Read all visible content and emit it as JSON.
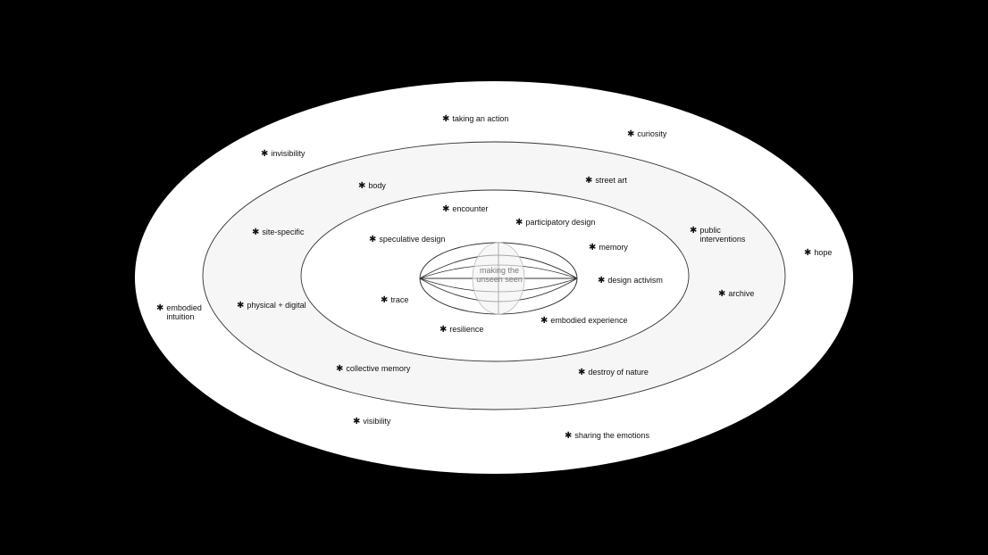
{
  "center_text": "making the\nunseen seen",
  "colors": {
    "background": "#000000",
    "outer_ring": "#ffffff",
    "middle_ring": "#f6f6f6",
    "inner_ring": "#ffffff",
    "line": "#333333",
    "label": "#111111",
    "center_text": "#7a7a7a"
  },
  "bullet_glyph": "✱",
  "labels": {
    "outer": [
      "taking an action",
      "curiosity",
      "invisibility",
      "hope",
      "embodied\nintuition",
      "visibility",
      "sharing the emotions"
    ],
    "middle": [
      "body",
      "street art",
      "site-specific",
      "public\ninterventions",
      "archive",
      "physical + digital",
      "collective memory",
      "destroy of nature"
    ],
    "inner": [
      "encounter",
      "participatory design",
      "speculative design",
      "memory",
      "design activism",
      "trace",
      "embodied experience",
      "resilience"
    ]
  }
}
